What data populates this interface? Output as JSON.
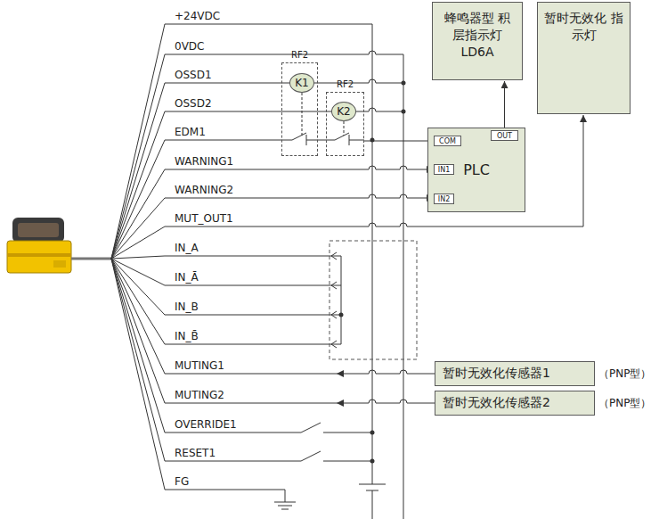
{
  "diagram": {
    "nodes": [
      {
        "text": [
          "RF2"
        ]
      },
      {
        "text": [
          "K1"
        ],
        "in": 0
      },
      {
        "text": [
          "RF2"
        ]
      },
      {
        "text": [
          "K2"
        ],
        "in": 2
      },
      {
        "text": [
          "蜂鸣器型 积层指示灯 LD6A"
        ]
      },
      {
        "text": [
          "暂时无效化 指示灯"
        ]
      },
      {
        "text": [
          "PLC"
        ]
      },
      {
        "text": [
          "COM"
        ],
        "in": 6
      },
      {
        "text": [
          "OUT"
        ],
        "in": 6
      },
      {
        "text": [
          "IN1"
        ],
        "in": 6
      },
      {
        "text": [
          "IN2"
        ],
        "in": 6
      },
      {
        "text": [
          "暂时无效化传感器1"
        ]
      },
      {
        "text": [
          "暂时无效化传感器2"
        ]
      }
    ],
    "edges": [
      {
        "from": 8,
        "to": 4,
        "arrow": "to"
      },
      {
        "from": 2,
        "to": 7,
        "arrow": "none"
      }
    ],
    "labels": [
      "+24VDC",
      "0VDC",
      "OSSD1",
      "OSSD2",
      "EDM1",
      "WARNING1",
      "WARNING2",
      "MUT_OUT1",
      "IN_A",
      "IN_Ā",
      "IN_B",
      "IN_B̄",
      "MUTING1",
      "MUTING2",
      "OVERRIDE1",
      "RESET1",
      "FG",
      "（PNP型）",
      "（PNP型）"
    ]
  }
}
